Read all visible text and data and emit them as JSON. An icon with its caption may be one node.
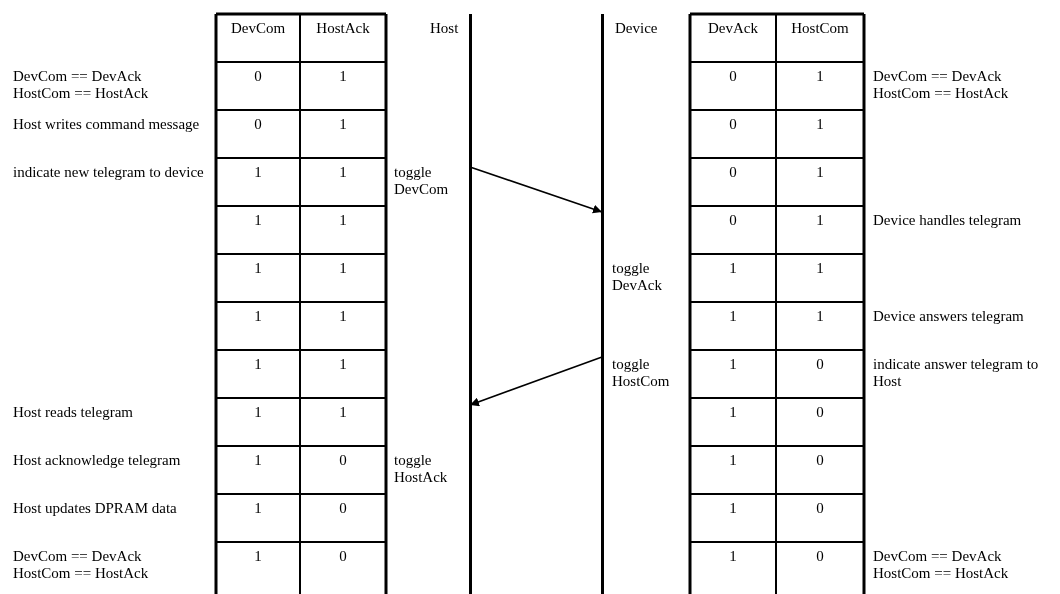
{
  "diagram": {
    "nodes": [
      {
        "text": [
          "Host"
        ]
      },
      {
        "text": [
          "Device"
        ]
      }
    ],
    "edges": [
      {
        "from": 0,
        "to": 1,
        "arrow": "to"
      },
      {
        "from": 1,
        "to": 0,
        "arrow": "to"
      }
    ],
    "labels": [
      "DevCom",
      "HostAck",
      "DevAck",
      "HostCom",
      "DevCom == DevAck",
      "HostCom == HostAck",
      "0",
      "1",
      "0",
      "1",
      "DevCom == DevAck",
      "HostCom == HostAck",
      "Host writes command message",
      "0",
      "1",
      "0",
      "1",
      "indicate new telegram to device",
      "1",
      "1",
      "toggle DevCom",
      "0",
      "1",
      "1",
      "1",
      "0",
      "1",
      "Device handles telegram",
      "1",
      "1",
      "toggle DevAck",
      "1",
      "1",
      "1",
      "1",
      "1",
      "1",
      "Device answers telegram",
      "1",
      "1",
      "toggle HostCom",
      "1",
      "0",
      "indicate answer telegram to Host",
      "Host reads telegram",
      "1",
      "1",
      "1",
      "0",
      "Host acknowledge telegram",
      "1",
      "0",
      "toggle HostAck",
      "1",
      "0",
      "Host updates DPRAM data",
      "1",
      "0",
      "1",
      "0",
      "DevCom == DevAck",
      "HostCom == HostAck",
      "1",
      "0",
      "1",
      "0",
      "DevCom == DevAck",
      "HostCom == HostAck"
    ]
  }
}
